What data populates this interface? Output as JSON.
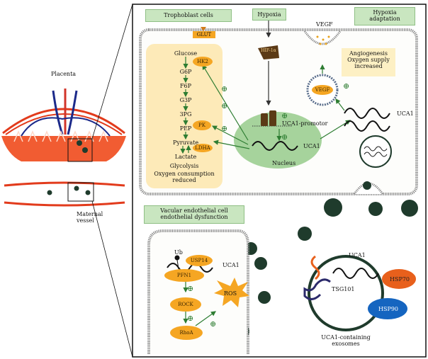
{
  "left": {
    "placenta_label": "Placenta",
    "maternal_vessel_label": "Maternal\nvessel"
  },
  "trophoblast": {
    "title": "Trophoblast cells",
    "glut": "GLUT",
    "glycolysis_steps": [
      "Glucose",
      "G6P",
      "F6P",
      "G3P",
      "3PG",
      "PEP",
      "Pyruvate",
      "Lactate"
    ],
    "enzymes": {
      "hk2": "HK2",
      "pk": "PK",
      "ldha": "LDHA"
    },
    "glycolysis_label": "Glycolysis",
    "oxygen_label": "Oxygen consumption\nreduced"
  },
  "hypoxia": {
    "label": "Hypoxia",
    "hif": "HIF-1α"
  },
  "adaptation": {
    "title": "Hypoxia\nadaptation",
    "vegf_top": "VEGF",
    "angiogenesis": "Angiogenesis\nOxygen supply\nincreased",
    "vegf_vesicle": "VEGF",
    "uca1_right": "UCA1"
  },
  "nucleus": {
    "promoter": "UCA1-promotor",
    "uca1": "UCA1",
    "label": "Nucleus"
  },
  "endothelial": {
    "title": "Vacular endothelial cell\nendothelial dysfunction",
    "ub": "Ub",
    "usp14": "USP14",
    "uca1": "UCA1",
    "pfn1": "PFN1",
    "rock": "ROCK",
    "rhoa": "RhoA",
    "ros": "ROS"
  },
  "exosome": {
    "uca1": "UCA1",
    "tsg101": "TSG101",
    "hsp70": "HSP70",
    "hsp90": "HSP90",
    "caption": "UCA1-containing\nexosomes"
  },
  "colors": {
    "green_box": "#c9e6c0",
    "orange": "#f5a623",
    "nucleus_green": "#a6d39c",
    "dark_green": "#1f3b2c",
    "hsp70": "#e8601c",
    "hsp90": "#1565c0"
  }
}
